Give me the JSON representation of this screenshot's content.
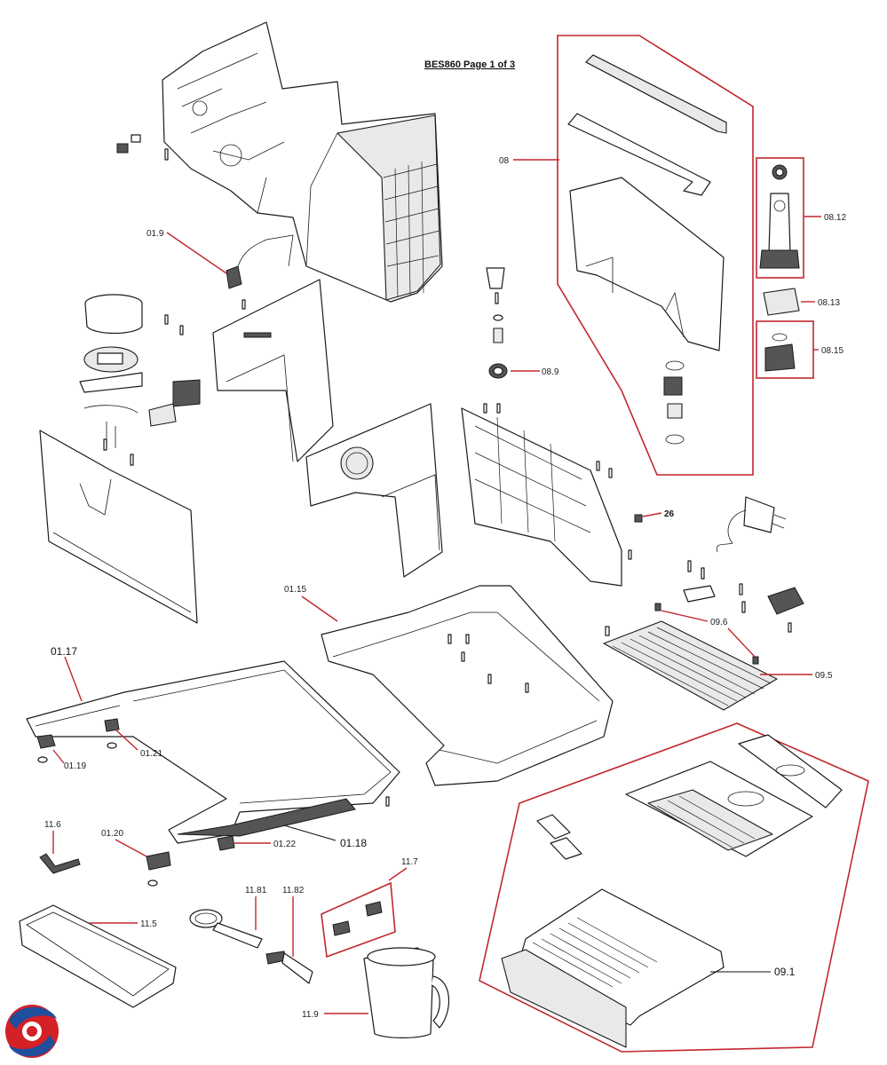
{
  "page_title": "BES860 Page 1 of 3",
  "colors": {
    "leader": "#c1272d",
    "ink": "#1a1a1a",
    "logo_red": "#d42027",
    "logo_blue": "#1f4e9c"
  },
  "labels": {
    "l08": "08",
    "l0812": "08.12",
    "l0813": "08.13",
    "l0815": "08.15",
    "l0109": "01.9",
    "l089": "08.9",
    "l26": "26",
    "l0115": "01.15",
    "l096": "09.6",
    "l095": "09.5",
    "l0117": "01.17",
    "l0119": "01.19",
    "l0121": "01.21",
    "l116": "11.6",
    "l0120": "01.20",
    "l0122": "01.22",
    "l0118": "01.18",
    "l117": "11.7",
    "l1181": "11.81",
    "l1182": "11.82",
    "l115": "11.5",
    "l119": "11.9",
    "l091": "09.1"
  },
  "icons": {
    "logo": "brand-swirl-logo"
  }
}
